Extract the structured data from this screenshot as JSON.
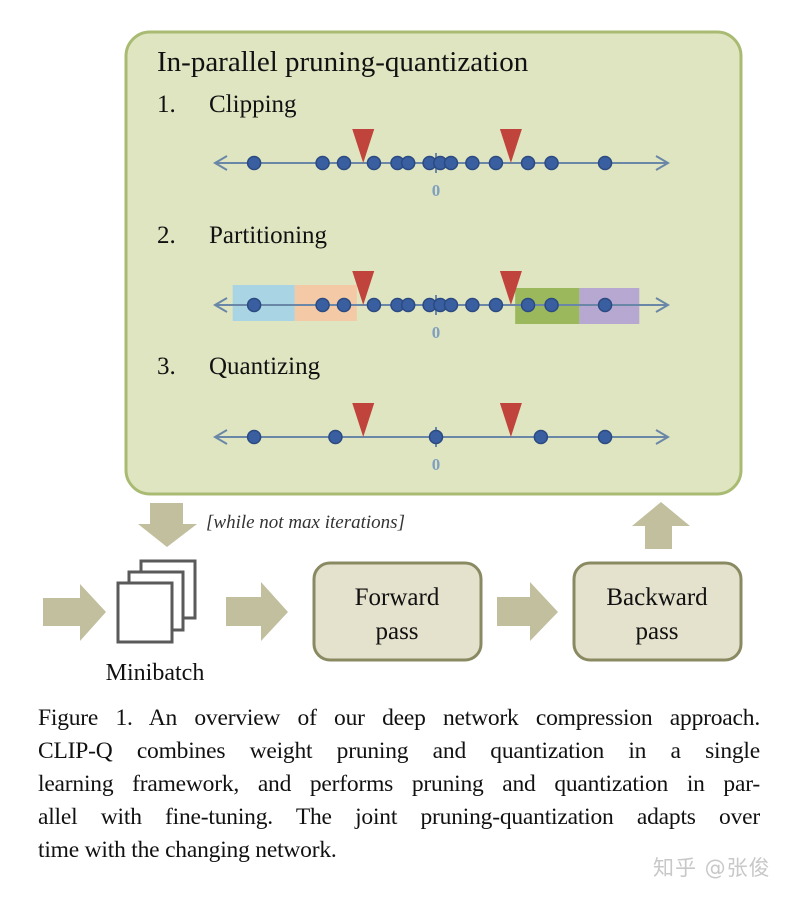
{
  "colors": {
    "panel_fill": "#dfe5c1",
    "panel_border": "#a9bb72",
    "axis": "#6b87a8",
    "dot_fill": "#3a5fa0",
    "dot_stroke": "#2b4a82",
    "threshold": "#c0443b",
    "zero_label": "#7f9fbf",
    "flow_arrow": "#c2bf9e",
    "step_box_fill": "#e4e1cc",
    "step_box_border": "#8a8a62",
    "minibatch_stroke": "#5a5a5a",
    "partition_colors": [
      "#a9d4e3",
      "#f3c9a6",
      "#9bb85c",
      "#b7a8d2"
    ]
  },
  "panel": {
    "title": "In-parallel pruning-quantization",
    "steps": [
      {
        "number": "1.",
        "label": "Clipping",
        "zero_label": "0",
        "weights": [
          -0.85,
          -0.53,
          -0.43,
          -0.29,
          -0.18,
          -0.13,
          -0.03,
          0.02,
          0.07,
          0.17,
          0.28,
          0.43,
          0.54,
          0.79
        ],
        "thresholds": [
          -0.34,
          0.35
        ],
        "partitions": []
      },
      {
        "number": "2.",
        "label": "Partitioning",
        "zero_label": "0",
        "weights": [
          -0.85,
          -0.53,
          -0.43,
          -0.29,
          -0.18,
          -0.13,
          -0.03,
          0.02,
          0.07,
          0.17,
          0.28,
          0.43,
          0.54,
          0.79
        ],
        "thresholds": [
          -0.34,
          0.35
        ],
        "partitions": [
          {
            "from": -0.95,
            "to": -0.66
          },
          {
            "from": -0.66,
            "to": -0.37
          },
          {
            "from": 0.37,
            "to": 0.67
          },
          {
            "from": 0.67,
            "to": 0.95
          }
        ]
      },
      {
        "number": "3.",
        "label": "Quantizing",
        "zero_label": "0",
        "weights": [
          -0.85,
          -0.47,
          0.0,
          0.49,
          0.79
        ],
        "thresholds": [
          -0.34,
          0.35
        ],
        "partitions": []
      }
    ]
  },
  "loop_label": "[while not max iterations]",
  "flow": {
    "minibatch_label": "Minibatch",
    "forward_line1": "Forward",
    "forward_line2": "pass",
    "backward_line1": "Backward",
    "backward_line2": "pass"
  },
  "caption": {
    "lines": [
      "Figure 1. An overview of our deep network compression approach.",
      "CLIP-Q combines weight pruning and quantization in a single",
      "learning framework, and performs pruning and quantization in par-",
      "allel with fine-tuning. The joint pruning-quantization adapts over",
      "time with the changing network."
    ]
  },
  "watermark": "知乎 @张俊"
}
